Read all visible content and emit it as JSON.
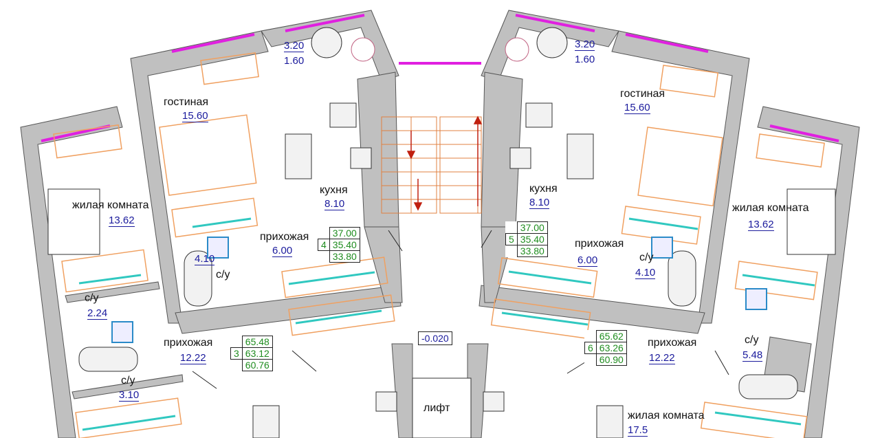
{
  "level_mark": "-0.020",
  "lift_label": "лифт",
  "apartments": [
    {
      "number": "3",
      "areas": [
        "65.48",
        "63.12",
        "60.76"
      ]
    },
    {
      "number": "4",
      "areas": [
        "37.00",
        "35.40",
        "33.80"
      ]
    },
    {
      "number": "5",
      "areas": [
        "37.00",
        "35.40",
        "33.80"
      ]
    },
    {
      "number": "6",
      "areas": [
        "65.62",
        "63.26",
        "60.90"
      ]
    }
  ],
  "rooms": [
    {
      "name": "гостиная",
      "area": "15.60"
    },
    {
      "name": "жилая комната",
      "area": "13.62"
    },
    {
      "name": "кухня",
      "area": "8.10"
    },
    {
      "name": "прихожая",
      "area": "6.00"
    },
    {
      "name": "с/у",
      "area": "4.10"
    },
    {
      "name": "с/у",
      "area": "2.24"
    },
    {
      "name": "прихожая",
      "area": "12.22"
    },
    {
      "name": "с/у",
      "area": "3.10"
    },
    {
      "name": "гостиная",
      "area": "15.60"
    },
    {
      "name": "жилая комната",
      "area": "13.62"
    },
    {
      "name": "кухня",
      "area": "8.10"
    },
    {
      "name": "прихожая",
      "area": "6.00"
    },
    {
      "name": "с/у",
      "area": "4.10"
    },
    {
      "name": "с/у",
      "area": "5.48"
    },
    {
      "name": "прихожая",
      "area": "12.22"
    },
    {
      "name": "жилая комната",
      "area": "17.5"
    }
  ],
  "balconies": [
    {
      "area": "3.20",
      "depth": "1.60"
    },
    {
      "area": "3.20",
      "depth": "1.60"
    }
  ],
  "colors": {
    "wall": "#c0c0c0",
    "window": "#e020e0",
    "furniture": "#f0a060",
    "accent": "#30c8c0",
    "area_text": "#1a1a9c",
    "table_text": "#1e8c1e",
    "stair": "#e08040"
  }
}
